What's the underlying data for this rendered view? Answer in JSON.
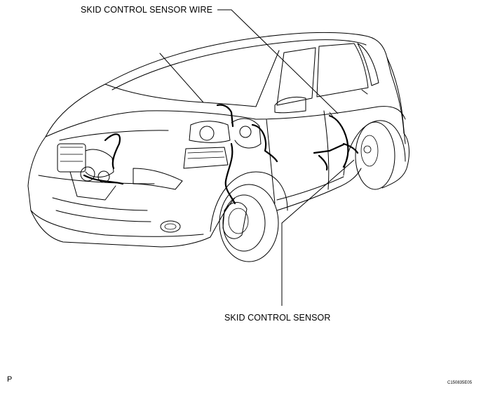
{
  "labels": {
    "sensor_wire": "SKID CONTROL SENSOR WIRE",
    "sensor": "SKID CONTROL SENSOR",
    "corner_mark": "P",
    "figure_code": "C150835E05"
  }
}
